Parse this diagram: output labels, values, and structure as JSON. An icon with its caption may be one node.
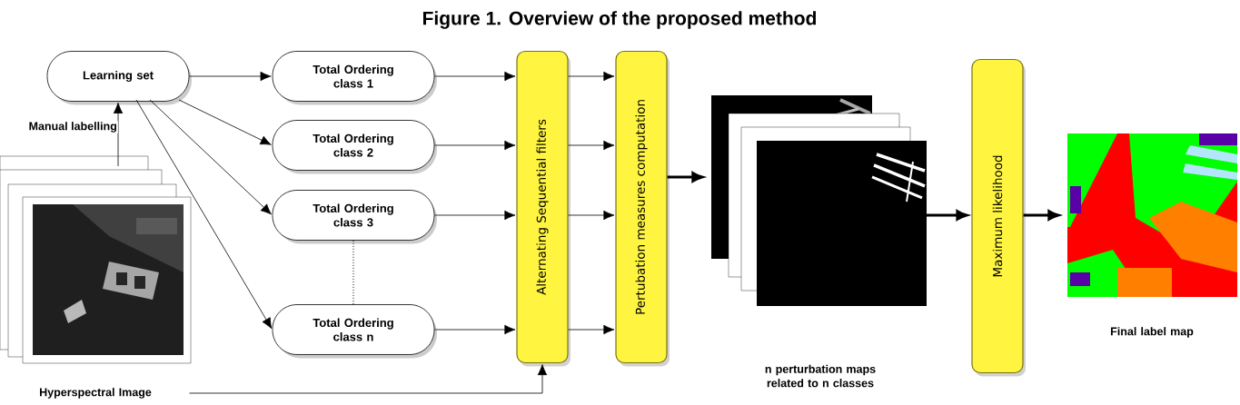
{
  "diagram": {
    "title": "Figure 1. Overview of the proposed method",
    "nodes": [
      {
        "text": [
          "Learning set"
        ]
      },
      {
        "text": [
          "Total Ordering class 1"
        ]
      },
      {
        "text": [
          "Total Ordering class 2"
        ]
      },
      {
        "text": [
          "Total Ordering class 3"
        ]
      },
      {
        "text": [
          "Total Ordering class n"
        ]
      },
      {
        "text": [
          "Alternating Sequential filters"
        ]
      },
      {
        "text": [
          "Pertubation measures computation"
        ]
      },
      {
        "text": [],
        "shape": "picture"
      },
      {
        "text": [
          "Maximum likelihood"
        ]
      },
      {
        "text": [],
        "shape": "picture",
        "beside": [
          "Final label map"
        ]
      },
      {
        "text": [],
        "shape": "picture",
        "beside": [
          "Hyperspectral Image"
        ]
      }
    ],
    "edges": [
      {
        "from": 10,
        "to": 0,
        "arrow": "to",
        "label": "Manual labelling"
      },
      {
        "from": 0,
        "to": 1,
        "arrow": "to"
      },
      {
        "from": 0,
        "to": 2,
        "arrow": "to"
      },
      {
        "from": 0,
        "to": 3,
        "arrow": "to"
      },
      {
        "from": 0,
        "to": 4,
        "arrow": "to"
      },
      {
        "from": 3,
        "to": 4,
        "arrow": "none",
        "style": "dashed"
      },
      {
        "from": 1,
        "to": 5,
        "arrow": "to"
      },
      {
        "from": 2,
        "to": 5,
        "arrow": "to"
      },
      {
        "from": 3,
        "to": 5,
        "arrow": "to"
      },
      {
        "from": 4,
        "to": 5,
        "arrow": "to"
      },
      {
        "from": 5,
        "to": 6,
        "arrow": "to"
      },
      {
        "from": 5,
        "to": 6,
        "arrow": "to"
      },
      {
        "from": 5,
        "to": 6,
        "arrow": "to"
      },
      {
        "from": 5,
        "to": 6,
        "arrow": "to"
      },
      {
        "from": 6,
        "to": 7,
        "arrow": "to",
        "style": "thick"
      },
      {
        "from": 7,
        "to": 8,
        "arrow": "to",
        "style": "thick"
      },
      {
        "from": 8,
        "to": 9,
        "arrow": "to",
        "style": "thick"
      },
      {
        "from": 10,
        "to": 5,
        "arrow": "to"
      }
    ],
    "labels": [
      "n perturbation maps related to n classes"
    ]
  }
}
